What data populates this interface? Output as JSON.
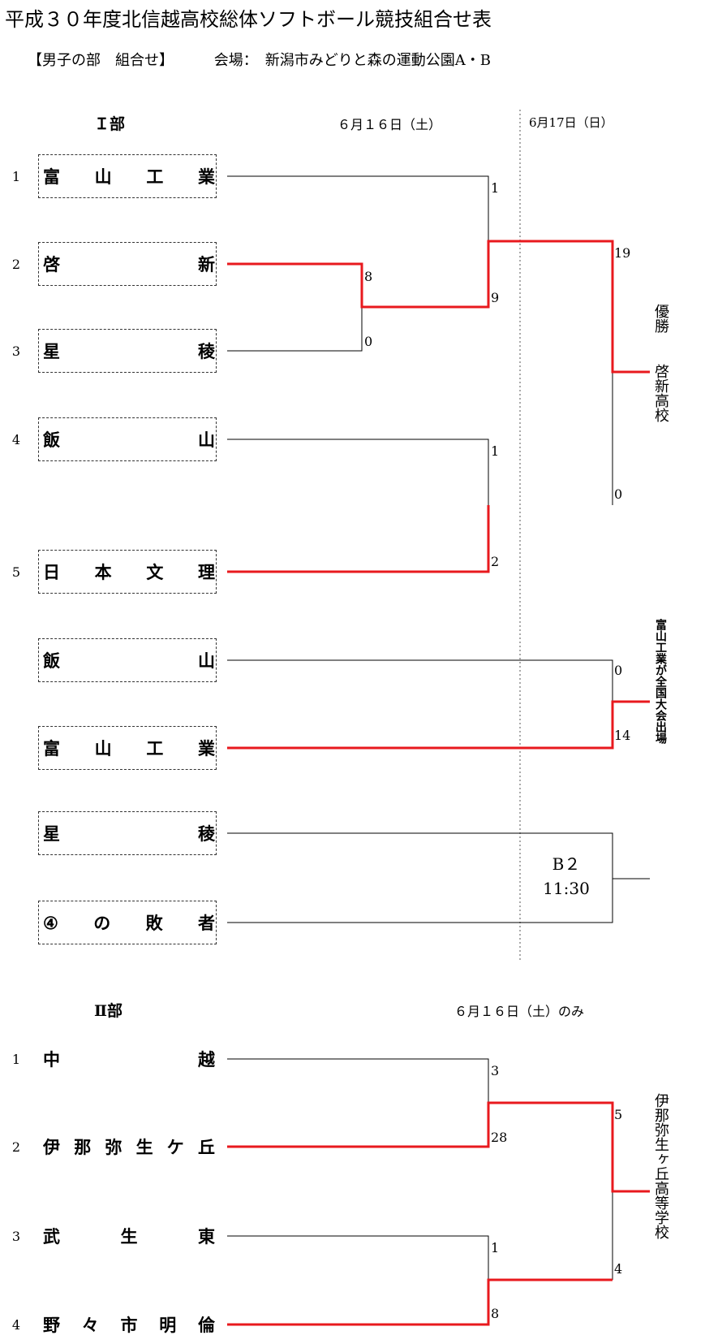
{
  "title": "平成３０年度北信越高校総体ソフトボール競技組合せ表",
  "subtitle": {
    "division": "【男子の部　組合せ】",
    "venue": "会場：　新潟市みどりと森の運動公園A・B"
  },
  "section1": {
    "heading": "Ｉ部",
    "date1": "６月１６日（土）",
    "date2": "6月17日（日）",
    "teams": [
      {
        "seed": "1",
        "name": [
          "富",
          "山",
          "工",
          "業"
        ]
      },
      {
        "seed": "2",
        "name": [
          "啓",
          "新"
        ]
      },
      {
        "seed": "3",
        "name": [
          "星",
          "稜"
        ]
      },
      {
        "seed": "4",
        "name": [
          "飯",
          "山"
        ]
      },
      {
        "seed": "5",
        "name": [
          "日",
          "本",
          "文",
          "理"
        ]
      },
      {
        "seed": "",
        "name": [
          "飯",
          "山"
        ]
      },
      {
        "seed": "",
        "name": [
          "富",
          "山",
          "工",
          "業"
        ]
      },
      {
        "seed": "",
        "name": [
          "星",
          "稜"
        ]
      },
      {
        "seed": "",
        "name": [
          "④",
          "の",
          "敗",
          "者"
        ]
      }
    ],
    "scores": {
      "m1_top": "8",
      "m1_bot": "0",
      "m2_top": "1",
      "m2_bot": "9",
      "m3_top": "1",
      "m3_bot": "2",
      "final_top": "19",
      "final_bot": "0",
      "m5_top": "0",
      "m5_bot": "14"
    },
    "champion_label": "優勝",
    "champion_name": "啓新高校",
    "national_note": "富山工業が全国大会出場",
    "pending_match": {
      "court": "B２",
      "time": "11:30"
    }
  },
  "section2": {
    "heading": "Ⅱ部",
    "date": "６月１６日（土）のみ",
    "teams": [
      {
        "seed": "1",
        "name": [
          "中",
          "越"
        ]
      },
      {
        "seed": "2",
        "name": [
          "伊",
          "那",
          "弥",
          "生",
          "ケ",
          "丘"
        ]
      },
      {
        "seed": "3",
        "name": [
          "武",
          "生",
          "東"
        ]
      },
      {
        "seed": "4",
        "name": [
          "野",
          "々",
          "市",
          "明",
          "倫"
        ]
      }
    ],
    "scores": {
      "s1_top": "3",
      "s1_bot": "28",
      "s2_top": "1",
      "s2_bot": "8",
      "final_top": "5",
      "final_bot": "4"
    },
    "winner": "伊那弥生ヶ丘高等学校"
  },
  "colors": {
    "winner_line": "#e8191e",
    "line": "#000000"
  }
}
